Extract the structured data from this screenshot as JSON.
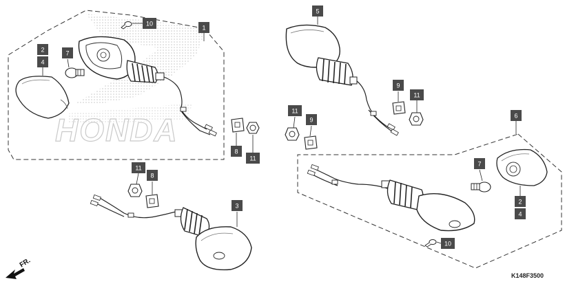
{
  "diagram_code": "K148F3500",
  "front_indicator": "FR.",
  "watermark": "HONDA",
  "callouts": [
    "1",
    "2",
    "4",
    "7",
    "10",
    "8",
    "11",
    "11",
    "9",
    "11",
    "9",
    "5",
    "8",
    "11",
    "3",
    "6",
    "7",
    "2",
    "4",
    "10"
  ]
}
